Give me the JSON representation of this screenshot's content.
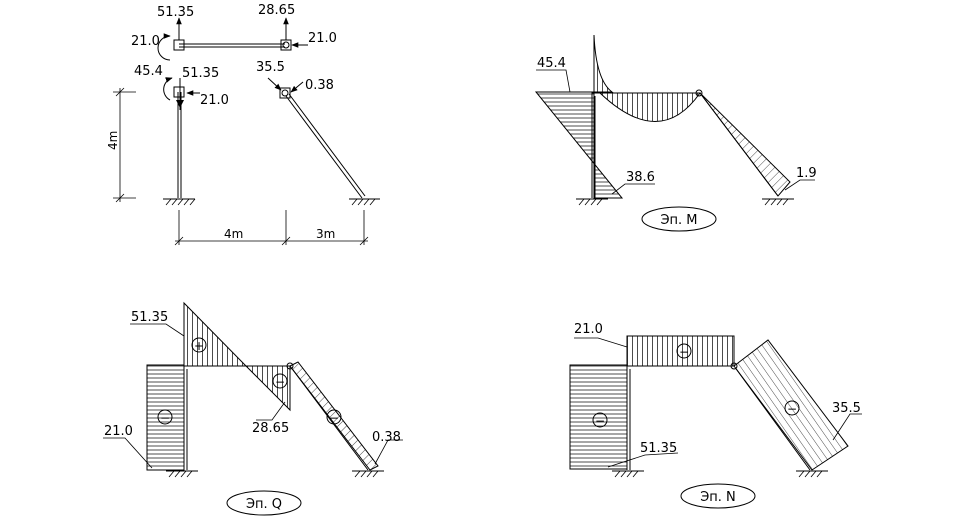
{
  "scheme": {
    "loads": [
      "51.35",
      "28.65",
      "21.0",
      "21.0",
      "45.4",
      "51.35",
      "21.0",
      "35.5",
      "0.38"
    ],
    "dimensions": {
      "height": "4m",
      "span_left": "4m",
      "span_right": "3m"
    }
  },
  "diagram_m": {
    "caption": "Эп. M",
    "values": [
      "45.4",
      "38.6",
      "1.9"
    ]
  },
  "diagram_q": {
    "caption": "Эп. Q",
    "values": [
      "51.35",
      "21.0",
      "28.65",
      "0.38"
    ],
    "signs": [
      "+",
      "−",
      "−",
      "−"
    ]
  },
  "diagram_n": {
    "caption": "Эп. N",
    "values": [
      "21.0",
      "51.35",
      "35.5"
    ],
    "signs": [
      "−",
      "−",
      "−"
    ]
  }
}
